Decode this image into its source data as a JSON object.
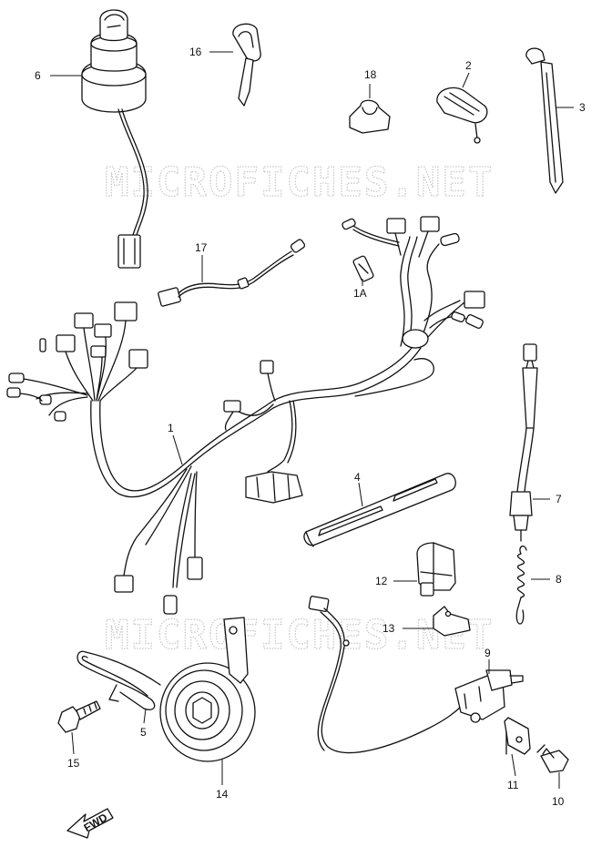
{
  "watermark": {
    "text": "MICROFICHES.NET"
  },
  "callouts": {
    "p1": "1",
    "p1a": "1A",
    "p2": "2",
    "p3": "3",
    "p4": "4",
    "p5": "5",
    "p6": "6",
    "p7": "7",
    "p8": "8",
    "p9": "9",
    "p10": "10",
    "p11": "11",
    "p12": "12",
    "p13": "13",
    "p14": "14",
    "p15": "15",
    "p16": "16",
    "p17": "17",
    "p18": "18"
  },
  "fwd_arrow": {
    "label": "FWD"
  }
}
